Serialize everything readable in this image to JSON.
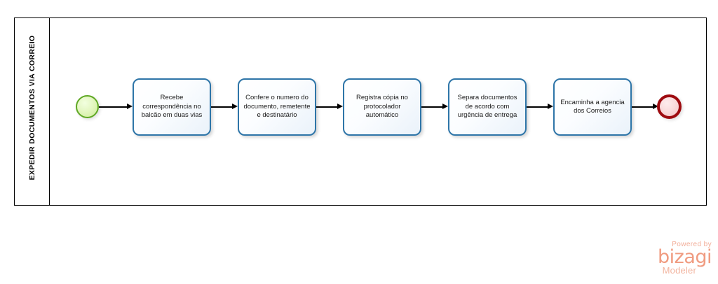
{
  "diagram": {
    "type": "bpmn-process",
    "pool": {
      "lane": {
        "name": "lane-expedir-documentos",
        "title": "EXPEDIR DOCUMENTOS VIA CORREIO"
      }
    },
    "events": [
      {
        "id": "start",
        "kind": "start-event",
        "label": ""
      },
      {
        "id": "end",
        "kind": "end-event",
        "label": ""
      }
    ],
    "tasks": [
      {
        "id": "t1",
        "label": "Recebe correspondência no balcão em duas vias"
      },
      {
        "id": "t2",
        "label": "Confere o numero do documento, remetente e destinatário"
      },
      {
        "id": "t3",
        "label": "Registra cópia no protocolador automático"
      },
      {
        "id": "t4",
        "label": "Separa documentos de acordo com urgência de entrega"
      },
      {
        "id": "t5",
        "label": "Encaminha a agencia dos Correios"
      }
    ],
    "colors": {
      "task_border": "#2E75A8",
      "task_fill": "#F6FAFE",
      "start_border": "#5FA824",
      "start_fill": "#DFF3B8",
      "end_border": "#9E0B10",
      "end_fill": "#F7D8D9",
      "pool_border": "#000000",
      "flow": "#000000"
    }
  },
  "watermark": {
    "powered_by": "Powered by",
    "brand": "bizagi",
    "product": "Modeler",
    "color": "#F09B80"
  }
}
